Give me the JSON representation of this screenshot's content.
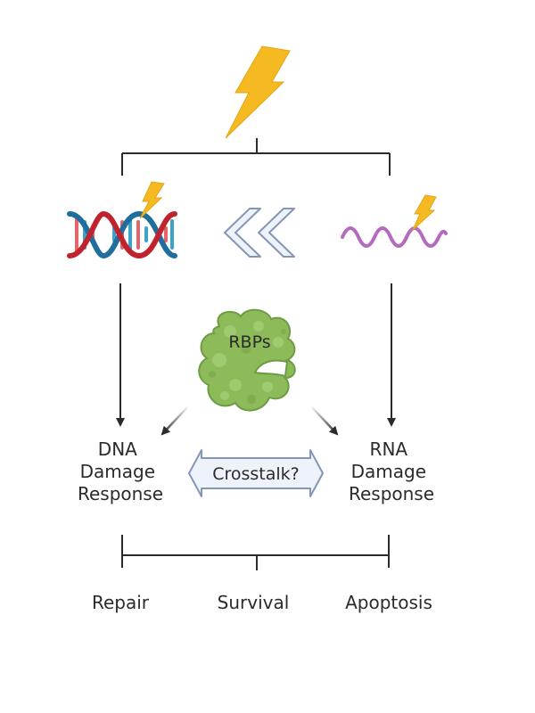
{
  "nodes": {
    "rbps": "RBPs",
    "dna_response": [
      "DNA",
      "Damage",
      "Response"
    ],
    "rna_response": [
      "RNA",
      "Damage",
      "Response"
    ],
    "crosstalk": "Crosstalk?"
  },
  "outcomes": [
    "Repair",
    "Survival",
    "Apoptosis"
  ],
  "icons": {
    "damage": "lightning-bolt-icon",
    "dna": "dna-double-helix-icon",
    "rna": "rna-strand-icon",
    "direction": "double-chevron-left-icon",
    "protein": "rbp-protein-icon"
  },
  "colors": {
    "bolt": "#F5B921",
    "dna_blue": "#1F6E9C",
    "dna_red": "#C0232E",
    "rna": "#B46BBE",
    "chevron_fill": "#EEF3FB",
    "chevron_stroke": "#8496B4",
    "protein_fill": "#8DBB5A",
    "protein_stroke": "#6E9C43",
    "line": "#2b2b2b"
  }
}
